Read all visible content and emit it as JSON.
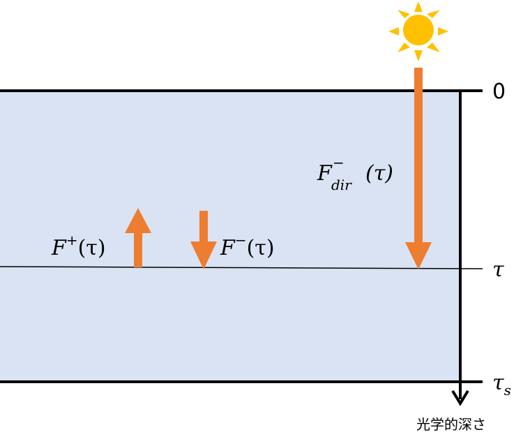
{
  "labels": {
    "top_depth": "0",
    "mid_depth": "τ",
    "bottom_depth_base": "τ",
    "bottom_depth_sub": "s",
    "axis_label": "光学的深さ",
    "upward_flux_base": "F",
    "upward_flux_sup": "+",
    "upward_flux_arg": "(τ)",
    "downward_flux_base": "F",
    "downward_flux_sup": "−",
    "downward_flux_arg": "(τ)",
    "direct_flux_base": "F",
    "direct_flux_sup": "−",
    "direct_flux_sub": "dir",
    "direct_flux_arg": "(τ)"
  },
  "colors": {
    "layer_fill": "#dae3f3",
    "arrow": "#ed7d31",
    "sun": "#ffc000",
    "line": "#000000"
  }
}
